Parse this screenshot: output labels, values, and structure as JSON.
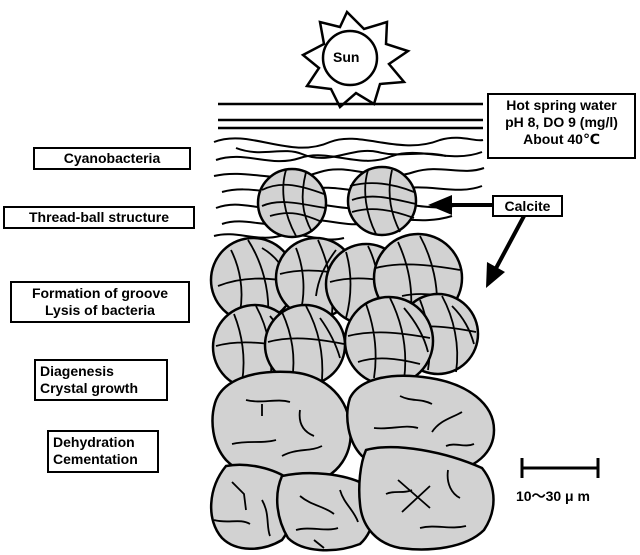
{
  "sun": {
    "label": "Sun"
  },
  "water_conditions": {
    "line1": "Hot spring water",
    "line2": "pH 8, DO 9 (mg/l)",
    "line3": "About 40℃"
  },
  "stages": [
    {
      "lines": [
        "Cyanobacteria"
      ]
    },
    {
      "lines": [
        "Thread-ball structure"
      ]
    },
    {
      "lines": [
        "Formation of groove",
        "Lysis of bacteria"
      ]
    },
    {
      "lines": [
        "Diagenesis",
        "Crystal growth"
      ]
    },
    {
      "lines": [
        "Dehydration",
        "Cementation"
      ]
    }
  ],
  "calcite": {
    "label": "Calcite"
  },
  "scale_bar": {
    "label": "10～30 μ m"
  },
  "colors": {
    "fill": "#d2d2d2",
    "stroke": "#000000",
    "background": "#ffffff"
  }
}
